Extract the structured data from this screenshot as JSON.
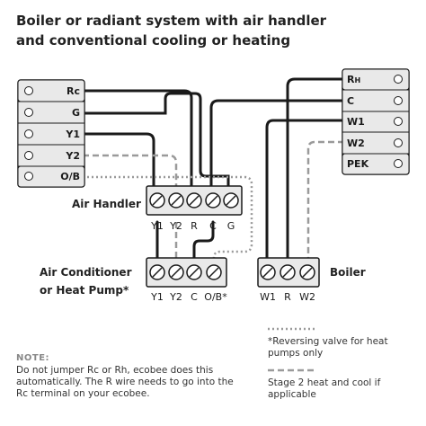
{
  "title": {
    "line1": "Boiler or radiant system with air handler",
    "line2": "and conventional cooling or heating"
  },
  "thermostat_left": {
    "terminals": [
      "Rc",
      "G",
      "Y1",
      "Y2",
      "O/B"
    ]
  },
  "thermostat_right": {
    "terminals": [
      "RH",
      "C",
      "W1",
      "W2",
      "PEK"
    ]
  },
  "air_handler": {
    "label": "Air Handler",
    "terminals": [
      "Y1",
      "Y2",
      "R",
      "C",
      "G"
    ]
  },
  "air_conditioner": {
    "label_line1": "Air Conditioner",
    "label_line2": "or Heat Pump*",
    "terminals": [
      "Y1",
      "Y2",
      "C",
      "O/B*"
    ]
  },
  "boiler": {
    "label": "Boiler",
    "terminals": [
      "W1",
      "R",
      "W2"
    ]
  },
  "note": {
    "heading": "NOTE:",
    "text": "Do not jumper Rc or Rh, ecobee does this automatically. The R wire needs to go into the Rc terminal on your ecobee."
  },
  "legend": {
    "dotted": "*Reversing valve for heat pumps only",
    "dashed": "Stage 2 heat and cool if applicable"
  },
  "colors": {
    "wire": "#1a1a1a",
    "dotted_wire": "#999999",
    "dashed_wire": "#999999",
    "terminal_fill": "#e9e9e9",
    "screw": "#ffffff"
  }
}
